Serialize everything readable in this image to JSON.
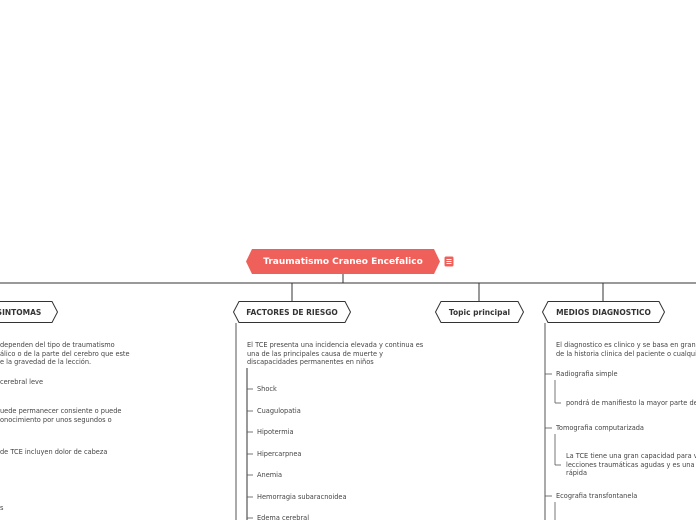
{
  "central": {
    "title": "Traumatismo Craneo Encefalico",
    "color": "#f0605a"
  },
  "icons": {
    "note": "note-icon"
  },
  "branches": {
    "sintomas": {
      "title": "SINTOMAS",
      "texts": [
        "dependen del tipo de traumatismo",
        "álico o de la parte del cerebro que este",
        "e la gravedad de la lección.",
        "cerebral leve",
        "uede permanecer consiente o puede",
        "onocimiento por unos segundos o",
        "de TCE incluyen dolor de cabeza",
        "s"
      ]
    },
    "factores": {
      "title": "FACTORES DE RIESGO",
      "intro": [
        "El TCE presenta una incidencia elevada y continua es",
        "una de las principales causa de muerte y",
        "discapacidades permanentes en niños"
      ],
      "items": [
        "Shock",
        "Cuagulopatia",
        "Hipotermia",
        "Hipercarpnea",
        "Anemia",
        "Hemorragia subaracnoidea",
        "Edema cerebral"
      ]
    },
    "topic": {
      "title": "Topic principal"
    },
    "medios": {
      "title": "MEDIOS DIAGNOSTICO",
      "intro": [
        "El diagnostico es clinico y se basa en gran",
        "de la historia clinica del paciente o cualqui"
      ],
      "radiografia": "Radiografia simple",
      "radiografia_note": "pondrá de manifiesto la mayor parte de",
      "tomografia": "Tomografia computarizada",
      "tomografia_note": [
        "La TCE tiene una gran capacidad para v",
        "lecciones traumáticas agudas y es una c",
        "rápida"
      ],
      "ecografia": "Ecografia transfontanela"
    }
  }
}
